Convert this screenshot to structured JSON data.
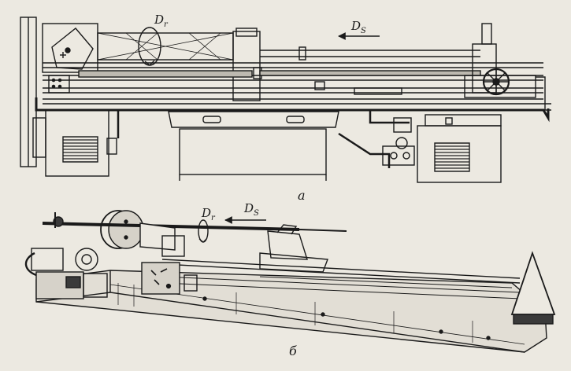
{
  "figure": {
    "machine_a": {
      "caption": "а",
      "rotation_label": "D",
      "rotation_sub": "r",
      "feed_label": "D",
      "feed_sub": "S"
    },
    "machine_b": {
      "caption": "б",
      "rotation_label": "D",
      "rotation_sub": "r",
      "feed_label": "D",
      "feed_sub": "S"
    }
  },
  "colors": {
    "ink": "#1a1a1a",
    "paper": "#ece9e1",
    "shade": "#bdb9b0",
    "dark": "#3a3a3a"
  }
}
